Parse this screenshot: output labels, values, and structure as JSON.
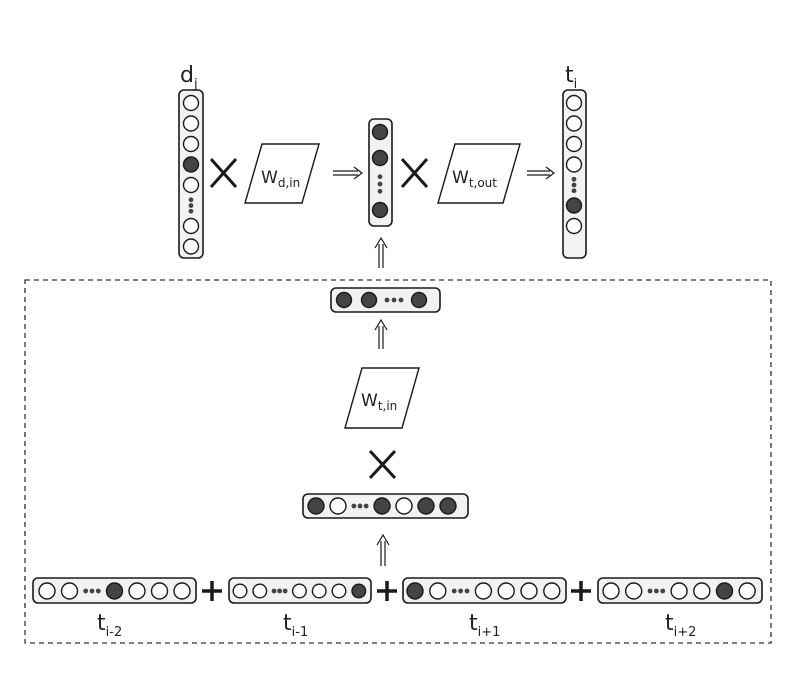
{
  "colors": {
    "stroke": "#1a1a1a",
    "filled": "#444444",
    "empty": "#ffffff",
    "box_fill": "#f2f2f2"
  },
  "top": {
    "doc_vector": {
      "label": "d",
      "sub": "j",
      "cells": [
        "o",
        "o",
        "o",
        "f",
        "o",
        "dots",
        "o",
        "o"
      ]
    },
    "w_d_in": {
      "label": "W",
      "sub": "d,in"
    },
    "hidden_vector": {
      "cells": [
        "f",
        "f",
        "dots",
        "f"
      ]
    },
    "w_t_out": {
      "label": "W",
      "sub": "t,out"
    },
    "target_vector": {
      "label": "t",
      "sub": "i",
      "cells": [
        "o",
        "o",
        "o",
        "o",
        "dots",
        "f",
        "o"
      ]
    }
  },
  "context": {
    "projected_vector": {
      "cells": [
        "f",
        "f",
        "dots",
        "f"
      ]
    },
    "w_t_in": {
      "label": "W",
      "sub": "t,in"
    },
    "summed_vector": {
      "cells": [
        "f",
        "o",
        "dots",
        "f",
        "o",
        "f",
        "f"
      ]
    },
    "terms": [
      {
        "label": "t",
        "sub": "i-2",
        "cells": [
          "o",
          "o",
          "dots",
          "f",
          "o",
          "o",
          "o"
        ]
      },
      {
        "label": "t",
        "sub": "i-1",
        "cells": [
          "o",
          "o",
          "dots",
          "o",
          "o",
          "o",
          "f"
        ]
      },
      {
        "label": "t",
        "sub": "i+1",
        "cells": [
          "f",
          "o",
          "dots",
          "o",
          "o",
          "o",
          "o"
        ]
      },
      {
        "label": "t",
        "sub": "i+2",
        "cells": [
          "o",
          "o",
          "dots",
          "o",
          "o",
          "f",
          "o"
        ]
      }
    ]
  },
  "icons": {
    "multiply": "multiply-icon",
    "plus": "plus-icon",
    "arrow_right": "arrow-right-icon",
    "arrow_up": "arrow-up-icon"
  }
}
